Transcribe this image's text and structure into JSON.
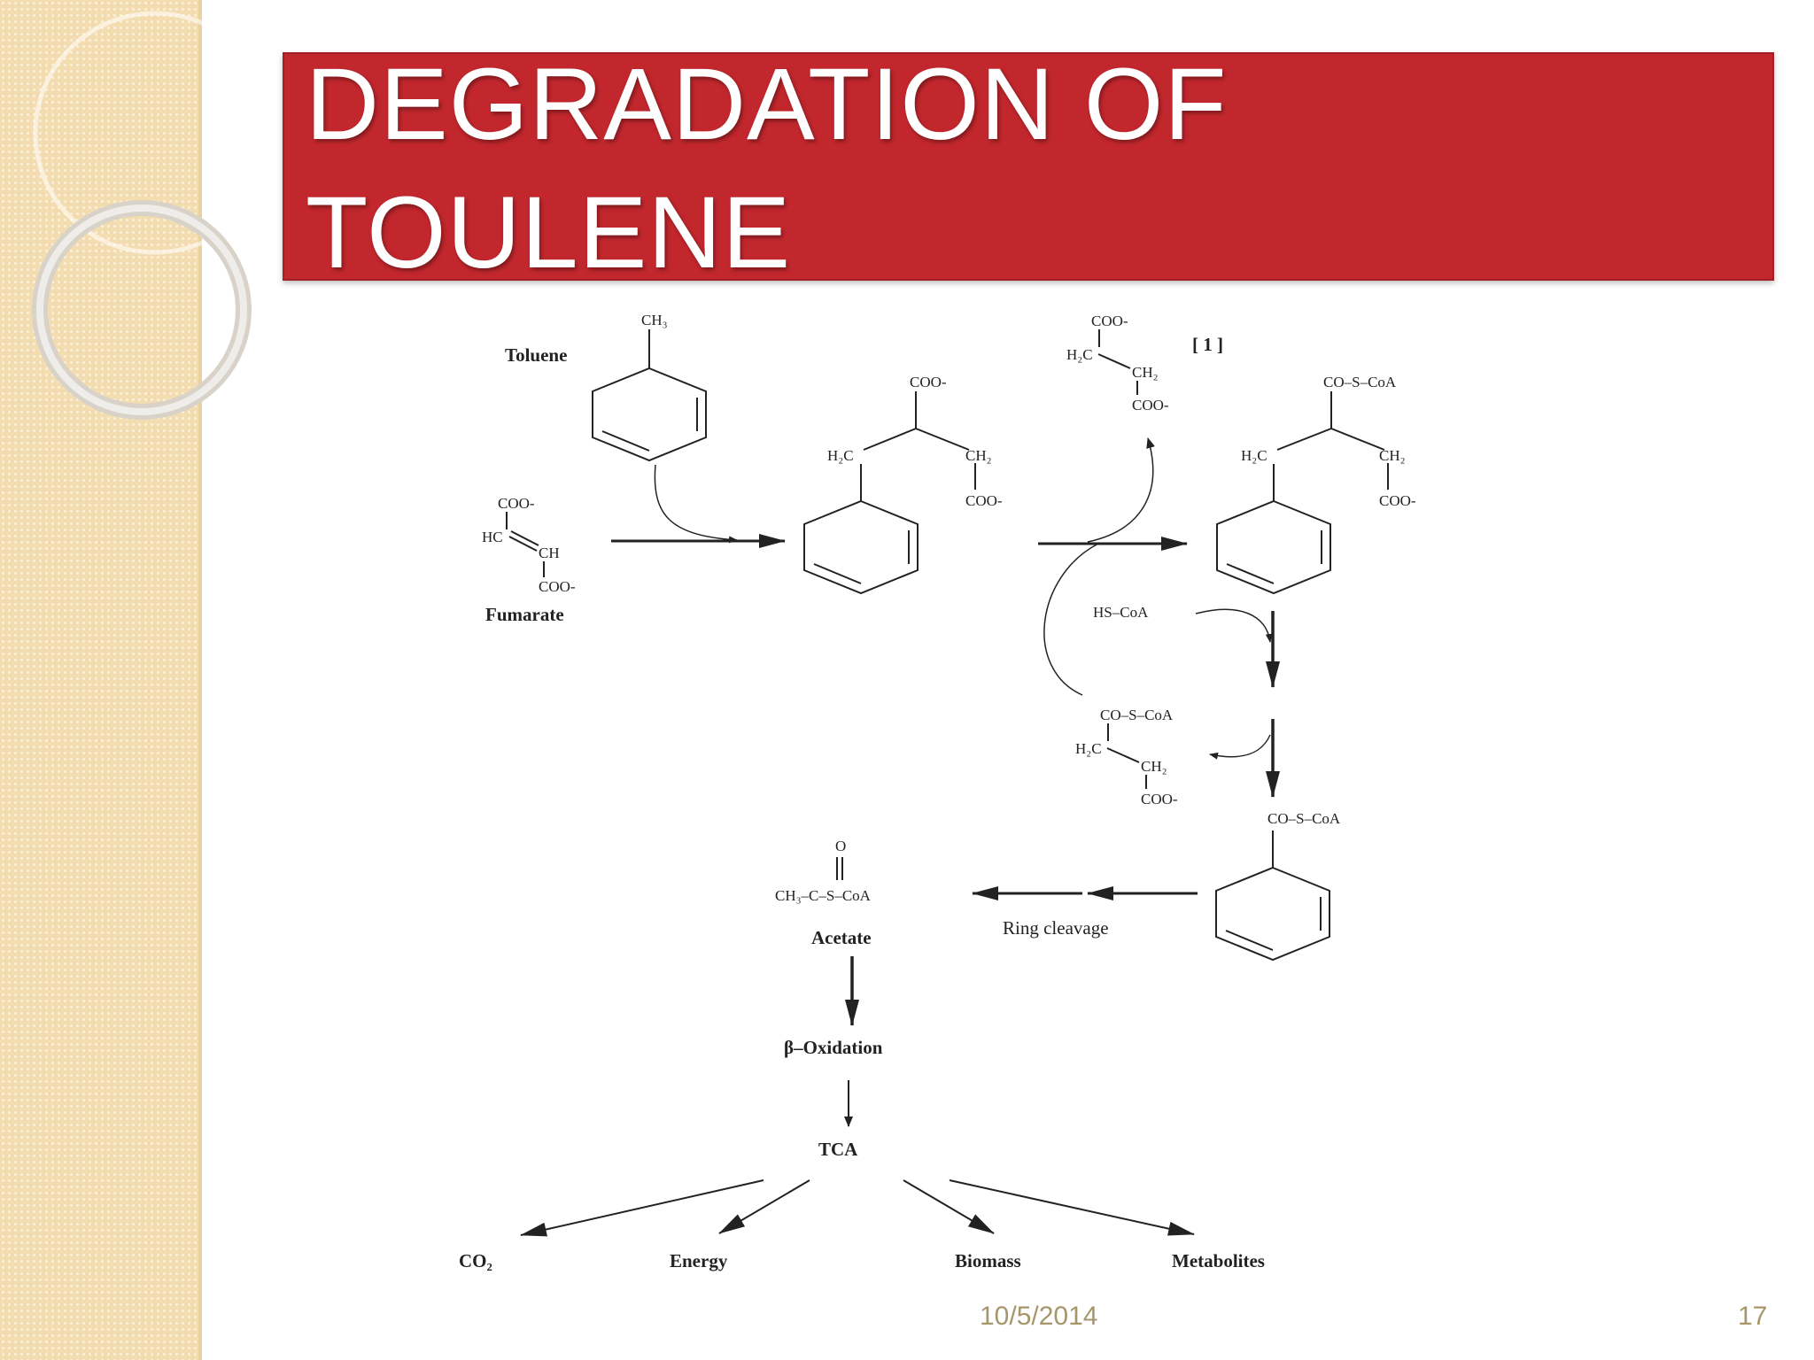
{
  "slide": {
    "title_line1": "DEGRADATION OF",
    "title_line2": "TOULENE",
    "date": "10/5/2014",
    "page_number": "17"
  },
  "diagram": {
    "toluene_label": "Toluene",
    "fumarate_label": "Fumarate",
    "reference": "[ 1 ]",
    "hs_coa": "HS–CoA",
    "ring_cleavage": "Ring cleavage",
    "acetate_label": "Acetate",
    "beta_oxidation": "β–Oxidation",
    "tca": "TCA",
    "products": [
      "CO₂",
      "Energy",
      "Biomass",
      "Metabolites"
    ],
    "formulas": {
      "toluene_ch3": "CH₃",
      "fumarate_coo_top": "COO-",
      "fumarate_hc": "HC",
      "fumarate_ch": "CH",
      "fumarate_coo_bottom": "COO-",
      "benzylsuccinate_coo": "COO-",
      "benzylsuccinate_h2c": "H₂C",
      "benzylsuccinate_ch2": "CH₂",
      "benzylsuccinate_coo2": "COO-",
      "succinate_coo_top": "COO-",
      "succinate_h2c": "H₂C",
      "succinate_ch2": "CH₂",
      "succinate_coo_bottom": "COO-",
      "benzylsuccinylcoa_coscoa": "CO–S–CoA",
      "benzylsuccinylcoa_h2c": "H₂C",
      "benzylsuccinylcoa_ch2": "CH₂",
      "benzylsuccinylcoa_coo": "COO-",
      "succinylcoa_coscoa": "CO–S–CoA",
      "succinylcoa_h2c": "H₂C",
      "succinylcoa_ch2": "CH₂",
      "succinylcoa_coo": "COO-",
      "benzoylcoa_coscoa": "CO–S–CoA",
      "acetylcoa_o": "O",
      "acetylcoa_formula": "CH₃–C–S–CoA"
    }
  }
}
